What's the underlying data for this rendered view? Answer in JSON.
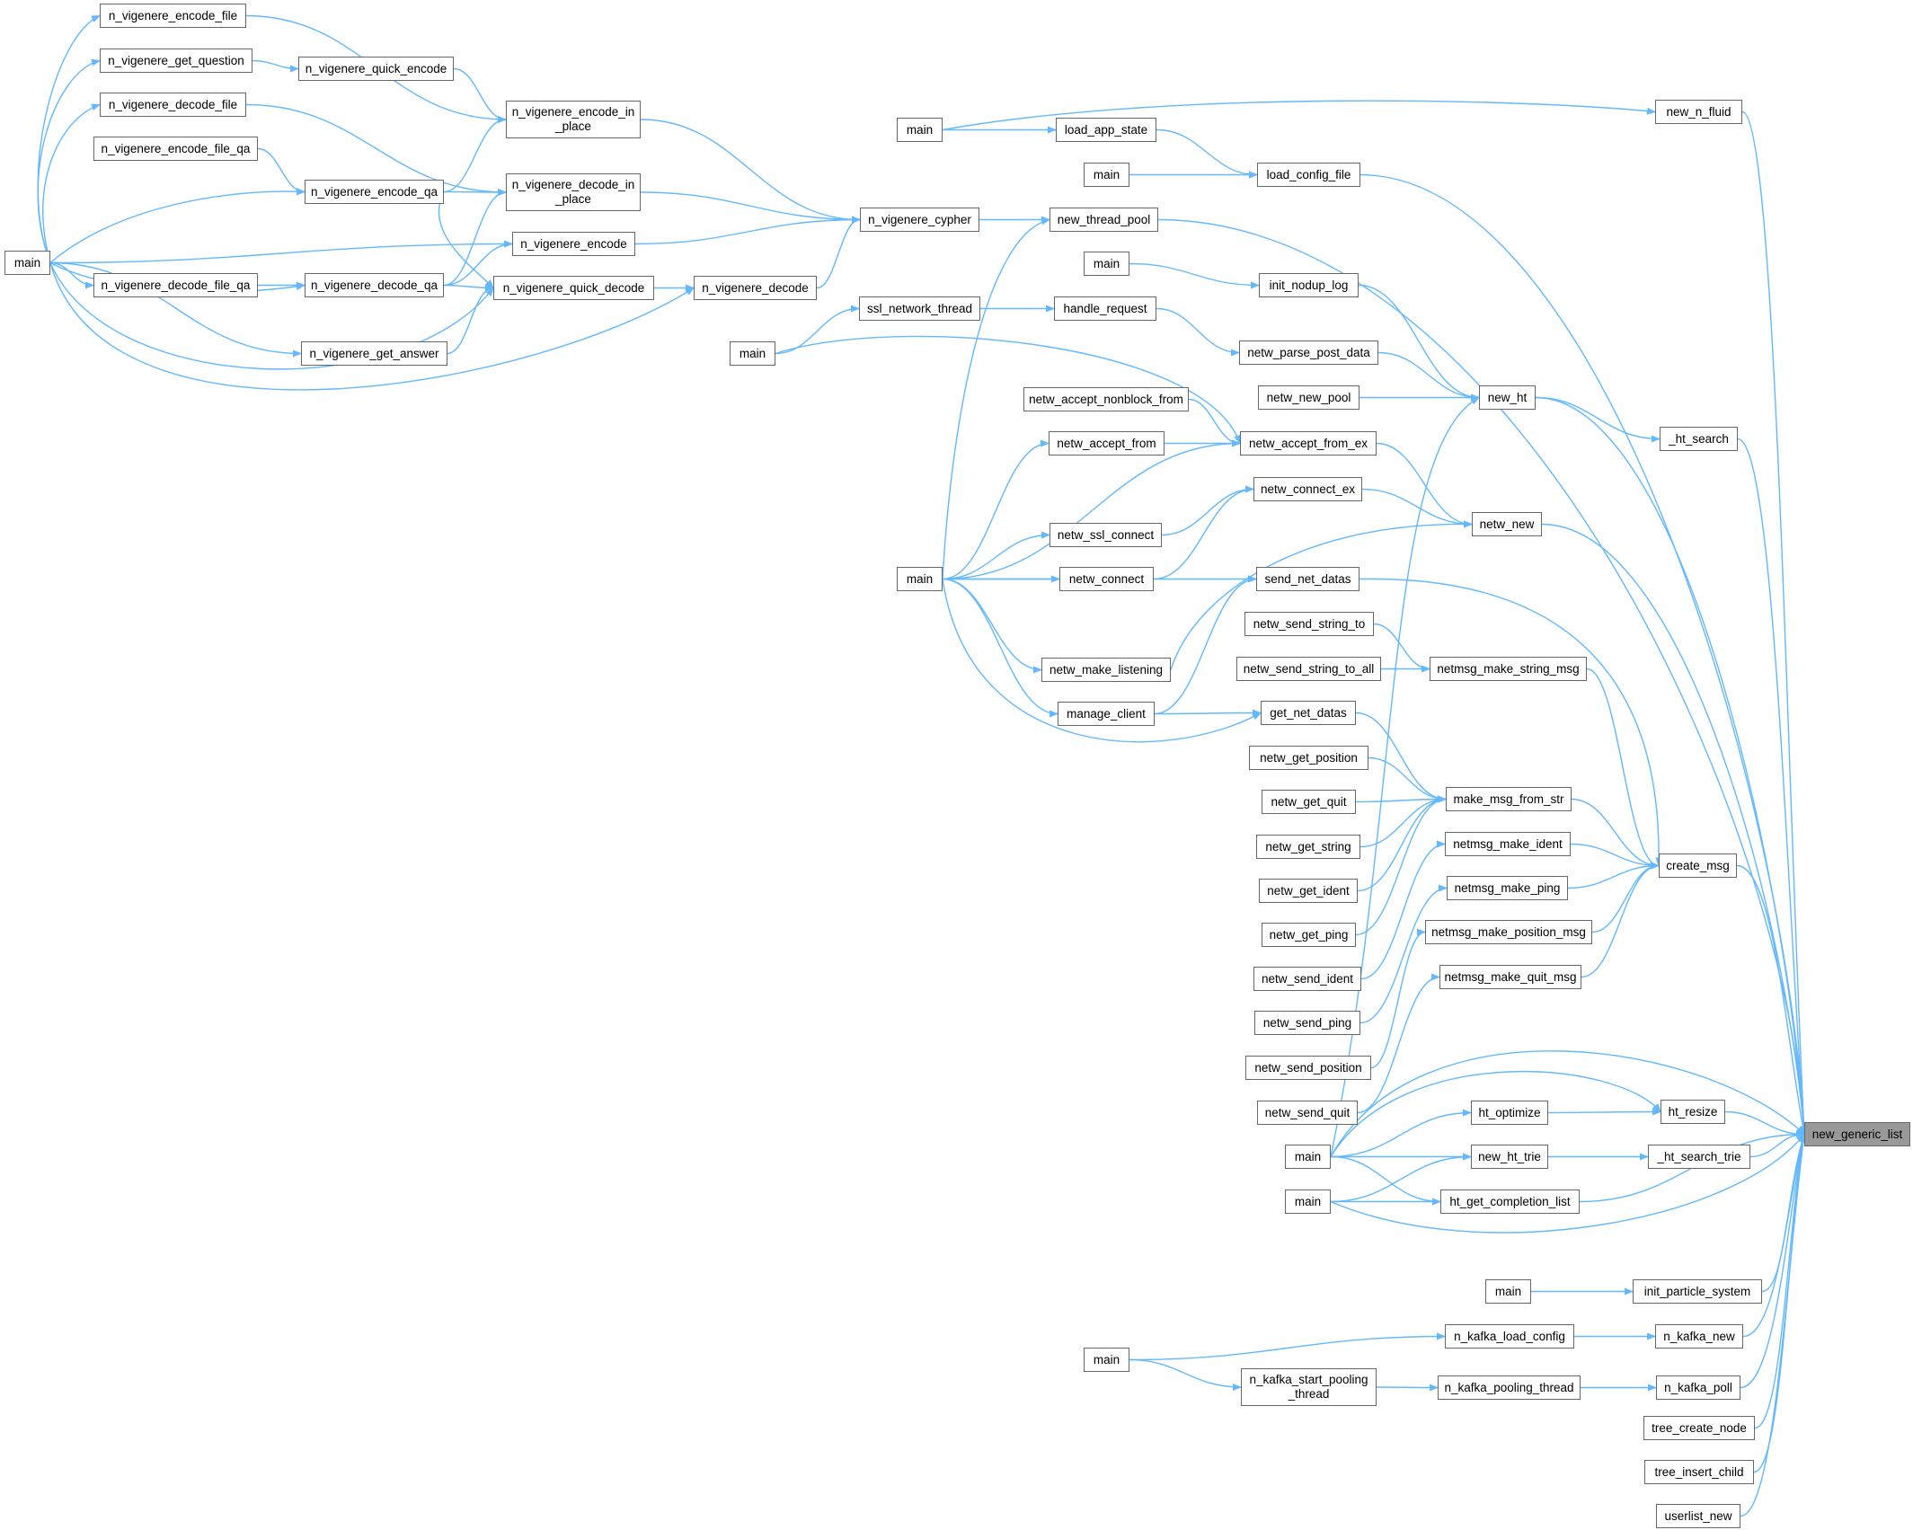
{
  "diagram": {
    "type": "call-graph",
    "edge_color": "#63b8ff",
    "focus_node_color": "#999999",
    "focus_node": "new_generic_list",
    "nodes": {
      "mainVig": "main",
      "n_vigenere_encode_file": "n_vigenere_encode_file",
      "n_vigenere_get_question": "n_vigenere_get_question",
      "n_vigenere_decode_file": "n_vigenere_decode_file",
      "n_vigenere_encode_file_qa": "n_vigenere_encode_file_qa",
      "n_vigenere_decode_file_qa": "n_vigenere_decode_file_qa",
      "n_vigenere_quick_encode": "n_vigenere_quick_encode",
      "n_vigenere_encode_qa": "n_vigenere_encode_qa",
      "n_vigenere_decode_qa": "n_vigenere_decode_qa",
      "n_vigenere_get_answer": "n_vigenere_get_answer",
      "n_vigenere_encode_in_place": "n_vigenere_encode_in\n_place",
      "n_vigenere_decode_in_place": "n_vigenere_decode_in\n_place",
      "n_vigenere_encode": "n_vigenere_encode",
      "n_vigenere_quick_decode": "n_vigenere_quick_decode",
      "n_vigenere_decode": "n_vigenere_decode",
      "n_vigenere_cypher": "n_vigenere_cypher",
      "mainTop": "main",
      "load_app_state": "load_app_state",
      "mainCfg": "main",
      "load_config_file": "load_config_file",
      "new_thread_pool": "new_thread_pool",
      "mainNodup": "main",
      "init_nodup_log": "init_nodup_log",
      "ssl_network_thread": "ssl_network_thread",
      "handle_request": "handle_request",
      "mainSsl": "main",
      "netw_parse_post_data": "netw_parse_post_data",
      "netw_new_pool": "netw_new_pool",
      "new_ht": "new_ht",
      "netw_accept_nonblock_from": "netw_accept_nonblock_from",
      "netw_accept_from": "netw_accept_from",
      "netw_accept_from_ex": "netw_accept_from_ex",
      "netw_connect_ex": "netw_connect_ex",
      "netw_ssl_connect": "netw_ssl_connect",
      "netw_connect": "netw_connect",
      "netw_new": "netw_new",
      "mainNet": "main",
      "send_net_datas": "send_net_datas",
      "netw_send_string_to": "netw_send_string_to",
      "netw_make_listening": "netw_make_listening",
      "netw_send_string_to_all": "netw_send_string_to_all",
      "netmsg_make_string_msg": "netmsg_make_string_msg",
      "manage_client": "manage_client",
      "get_net_datas": "get_net_datas",
      "netw_get_position": "netw_get_position",
      "netw_get_quit": "netw_get_quit",
      "make_msg_from_str": "make_msg_from_str",
      "netw_get_string": "netw_get_string",
      "netmsg_make_ident": "netmsg_make_ident",
      "netw_get_ident": "netw_get_ident",
      "netmsg_make_ping": "netmsg_make_ping",
      "create_msg": "create_msg",
      "netw_get_ping": "netw_get_ping",
      "netmsg_make_position_msg": "netmsg_make_position_msg",
      "netw_send_ident": "netw_send_ident",
      "netmsg_make_quit_msg": "netmsg_make_quit_msg",
      "netw_send_ping": "netw_send_ping",
      "netw_send_position": "netw_send_position",
      "netw_send_quit": "netw_send_quit",
      "ht_optimize": "ht_optimize",
      "ht_resize": "ht_resize",
      "mainHt1": "main",
      "new_ht_trie": "new_ht_trie",
      "_ht_search_trie": "_ht_search_trie",
      "mainHt2": "main",
      "ht_get_completion_list": "ht_get_completion_list",
      "mainPart": "main",
      "init_particle_system": "init_particle_system",
      "n_kafka_load_config": "n_kafka_load_config",
      "n_kafka_new": "n_kafka_new",
      "mainKafka": "main",
      "n_kafka_start_pooling_thread": "n_kafka_start_pooling\n_thread",
      "n_kafka_pooling_thread": "n_kafka_pooling_thread",
      "n_kafka_poll": "n_kafka_poll",
      "tree_create_node": "tree_create_node",
      "tree_insert_child": "tree_insert_child",
      "userlist_new": "userlist_new",
      "new_n_fluid": "new_n_fluid",
      "_ht_search": "_ht_search",
      "new_generic_list": "new_generic_list"
    }
  }
}
